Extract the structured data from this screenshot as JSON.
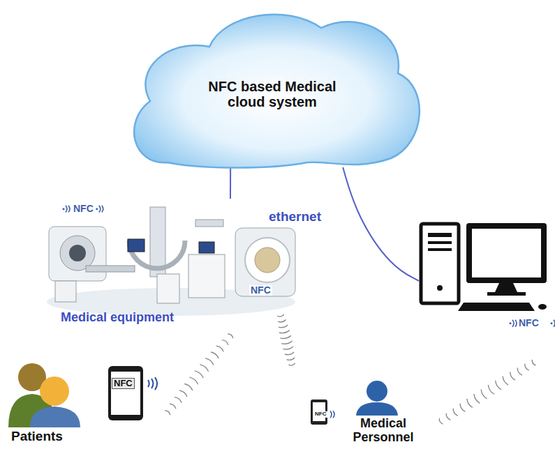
{
  "diagram": {
    "nodes": [
      {
        "text": [
          "NFC based Medical cloud system"
        ]
      },
      {
        "text": [
          "Medical equipment"
        ]
      },
      {
        "text": [
          "NFC"
        ]
      },
      {
        "text": [
          "Patients"
        ]
      },
      {
        "text": [
          "Medical Personnel"
        ]
      }
    ],
    "edges": [
      {
        "from": 0,
        "to": 1,
        "arrow": "none"
      },
      {
        "from": 0,
        "to": 2,
        "arrow": "none"
      }
    ],
    "labels": [
      "NFC",
      "ethernet",
      "NFC",
      "NFC",
      "NFC"
    ]
  }
}
